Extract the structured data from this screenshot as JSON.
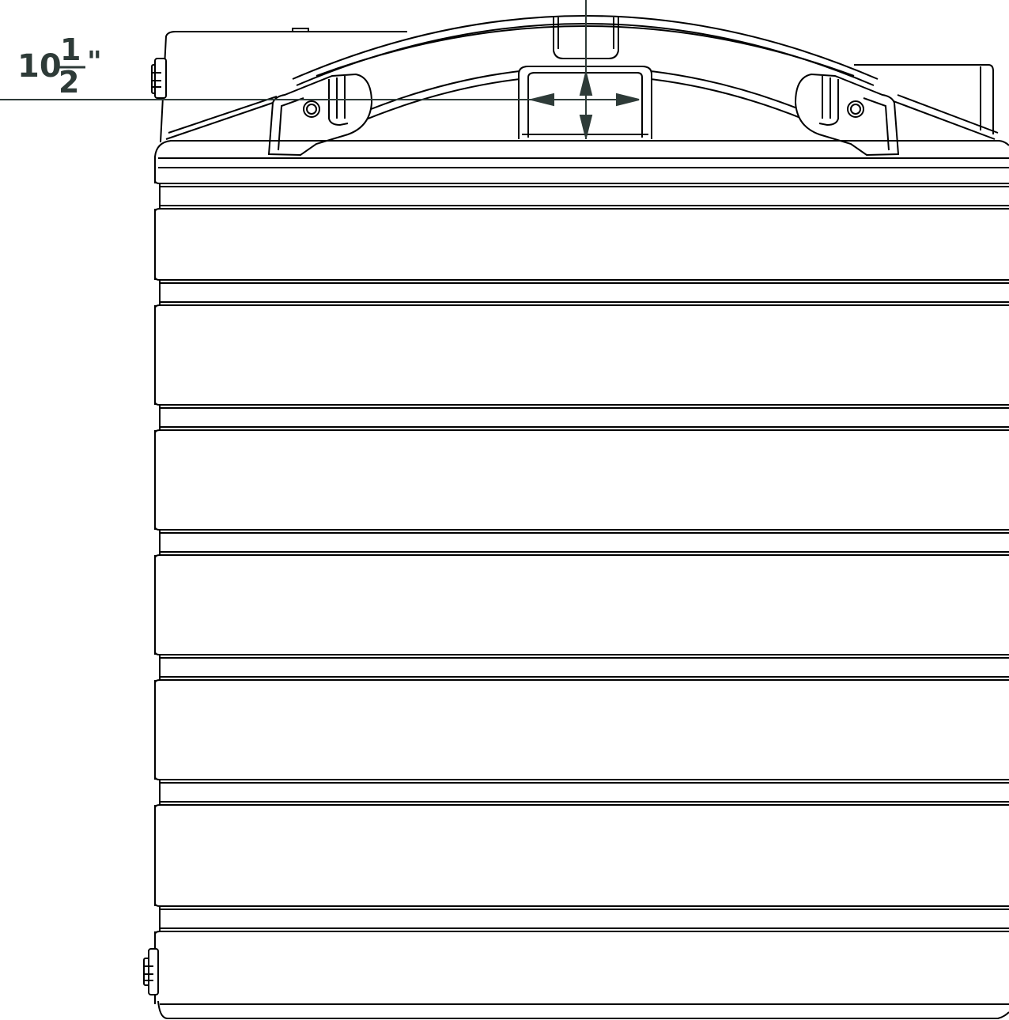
{
  "dimension": {
    "whole": "10",
    "numerator": "1",
    "denominator": "2",
    "unit": "\""
  },
  "colors": {
    "line": "#000000",
    "dimension": "#2e3b38",
    "background": "#ffffff"
  },
  "tank": {
    "rib_count": 7
  }
}
